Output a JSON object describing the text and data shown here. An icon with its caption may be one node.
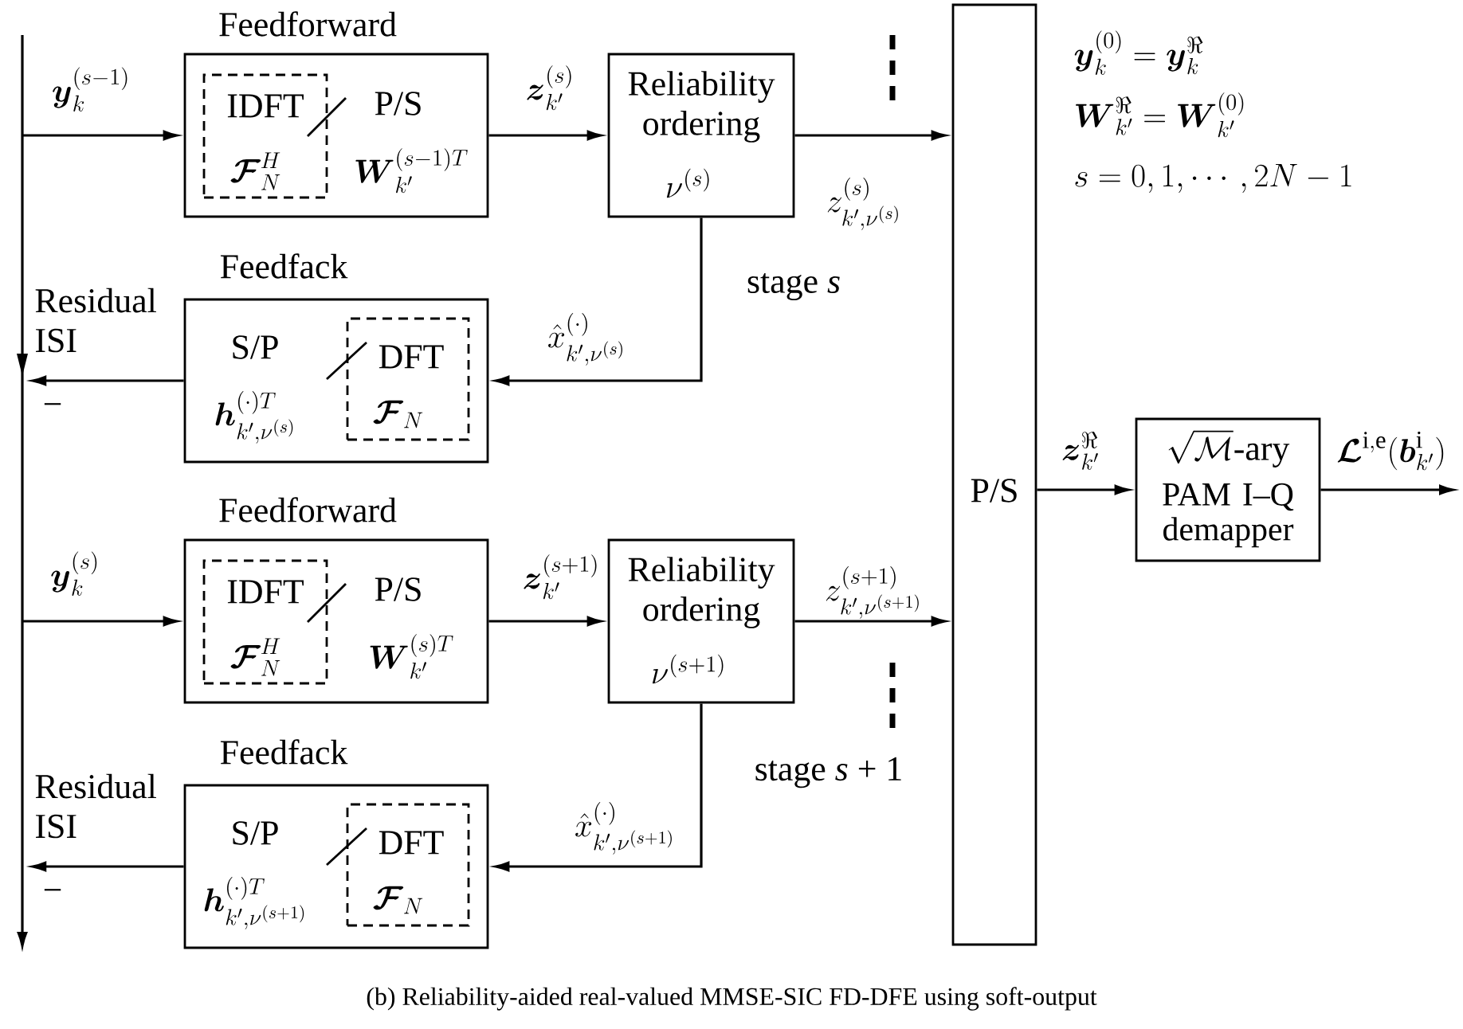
{
  "diagram": {
    "caption": "(b) Reliability-aided real-valued MMSE-SIC FD-DFE using soft-output",
    "nodes": [
      {
        "text": [
          "Feedforward",
          "P/S",
          "\\boldsymbol{W}_{k'}^{(s-1)T}"
        ]
      },
      {
        "text": [
          "IDFT",
          "\\boldsymbol{\\mathcal{F}}_N^H"
        ],
        "in": 0
      },
      {
        "text": [
          "Reliability ordering",
          "\\nu^{(s)}"
        ]
      },
      {
        "text": [
          "Feedfack",
          "S/P",
          "\\boldsymbol{h}_{k',\\nu^{(s)}}^{(\\cdot)T}"
        ]
      },
      {
        "text": [
          "DFT",
          "\\boldsymbol{\\mathcal{F}}_N"
        ],
        "in": 3
      },
      {
        "text": [
          "Feedforward",
          "P/S",
          "\\boldsymbol{W}_{k'}^{(s)T}"
        ]
      },
      {
        "text": [
          "IDFT",
          "\\boldsymbol{\\mathcal{F}}_N^H"
        ],
        "in": 5
      },
      {
        "text": [
          "Reliability ordering",
          "\\nu^{(s+1)}"
        ]
      },
      {
        "text": [
          "Feedfack",
          "S/P",
          "\\boldsymbol{h}_{k',\\nu^{(s+1)}}^{(\\cdot)T}"
        ]
      },
      {
        "text": [
          "DFT",
          "\\boldsymbol{\\mathcal{F}}_N"
        ],
        "in": 8
      },
      {
        "text": [
          "P/S"
        ]
      },
      {
        "text": [
          "\\sqrt{\\mathcal{M}}\\text{-ary}",
          "PAM I–Q demapper"
        ]
      },
      {
        "text": [
          "−"
        ]
      },
      {
        "text": [
          "−"
        ]
      }
    ],
    "edges": [
      {
        "from": null,
        "to": 0,
        "arrow": "to",
        "label": "\\boldsymbol{y}_k^{(s-1)}"
      },
      {
        "from": 0,
        "to": 2,
        "arrow": "to",
        "label": "\\boldsymbol{z}_{k'}^{(s)}"
      },
      {
        "from": 2,
        "to": 10,
        "arrow": "to",
        "label": "z_{k',\\nu^{(s)}}^{(s)}"
      },
      {
        "from": 2,
        "to": 3,
        "arrow": "to",
        "label": "\\hat{x}_{k',\\nu^{(s)}}^{(\\cdot)}"
      },
      {
        "from": 3,
        "to": 12,
        "arrow": "to",
        "label": "Residual ISI"
      },
      {
        "from": null,
        "to": 5,
        "arrow": "to",
        "label": "\\boldsymbol{y}_k^{(s)}"
      },
      {
        "from": 5,
        "to": 7,
        "arrow": "to",
        "label": "\\boldsymbol{z}_{k'}^{(s+1)}"
      },
      {
        "from": 7,
        "to": 10,
        "arrow": "to",
        "label": "z_{k',\\nu^{(s+1)}}^{(s+1)}"
      },
      {
        "from": 7,
        "to": 8,
        "arrow": "to",
        "label": "\\hat{x}_{k',\\nu^{(s+1)}}^{(\\cdot)}"
      },
      {
        "from": 8,
        "to": 13,
        "arrow": "to",
        "label": "Residual ISI"
      },
      {
        "from": 10,
        "to": 11,
        "arrow": "to",
        "label": "\\boldsymbol{z}_{k'}^{\\Re}"
      },
      {
        "from": 11,
        "to": null,
        "arrow": "to",
        "label": "\\boldsymbol{\\mathcal{L}}^{\\mathrm{i,e}}(\\boldsymbol{b}_{k'}^{\\mathrm{i}})"
      }
    ],
    "labels": [
      "\\boldsymbol{y}_k^{(0)} = \\boldsymbol{y}_k^{\\Re}",
      "\\boldsymbol{W}_{k'}^{\\Re} = \\boldsymbol{W}_{k'}^{(0)}",
      "s = 0, 1, \\cdots, 2N-1",
      "stage *s*",
      "stage *s* + 1"
    ]
  }
}
